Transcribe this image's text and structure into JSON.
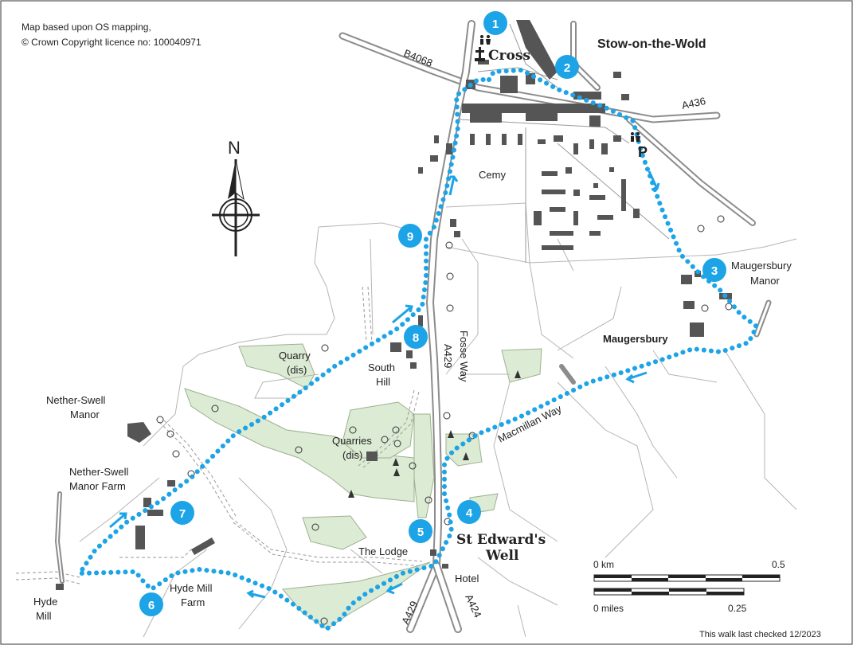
{
  "copyright": {
    "line1": "Map based upon OS mapping,",
    "line2": "© Crown Copyright licence no: 100040971"
  },
  "place_labels": {
    "town": "Stow-on-the-Wold",
    "cross": "Cross",
    "cemy": "Cemy",
    "maugersbury_manor_1": "Maugersbury",
    "maugersbury_manor_2": "Manor",
    "maugersbury": "Maugersbury",
    "quarry_1": "Quarry",
    "quarry_2": "(dis)",
    "south_hill_1": "South",
    "south_hill_2": "Hill",
    "quarries_1": "Quarries",
    "quarries_2": "(dis)",
    "nether_swell_manor_1": "Nether-Swell",
    "nether_swell_manor_2": "Manor",
    "nether_swell_farm_1": "Nether-Swell",
    "nether_swell_farm_2": "Manor  Farm",
    "hyde_mill_1": "Hyde",
    "hyde_mill_2": "Mill",
    "hyde_mill_farm_1": "Hyde Mill",
    "hyde_mill_farm_2": "Farm",
    "the_lodge": "The Lodge",
    "hotel": "Hotel",
    "st_edwards_1": "St Edward's",
    "st_edwards_2": "Well",
    "macmillan_way": "Macmillan Way",
    "fosse_way": "Fosse Way",
    "a429_north": "A429",
    "a429_south": "A429",
    "a424": "A424",
    "a436": "A436",
    "b4068": "B4068",
    "parking": "P"
  },
  "compass": {
    "north_label": "N"
  },
  "waypoints": [
    "1",
    "2",
    "3",
    "4",
    "5",
    "6",
    "7",
    "8",
    "9"
  ],
  "scale": {
    "km_start": "0 km",
    "km_end": "0.5",
    "mi_start": "0 miles",
    "mi_end": "0.25"
  },
  "footer": "This walk last checked 12/2023",
  "colors": {
    "route": "#1ca4e6",
    "road": "#8c8c8c",
    "woodland": "#dcebd3",
    "building": "#555555"
  }
}
